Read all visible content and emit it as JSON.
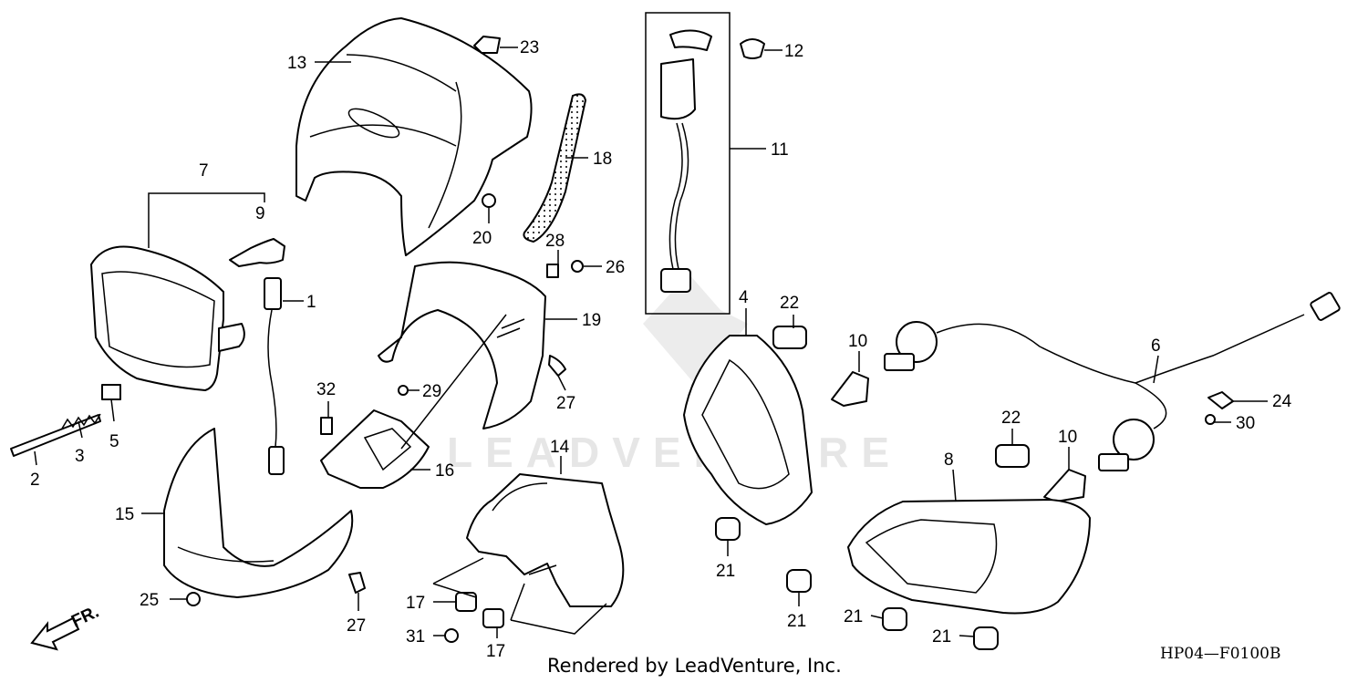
{
  "diagram": {
    "watermark_text": "LEADVENTURE",
    "credit": "Rendered by LeadVenture, Inc.",
    "diagram_code": "HP04—F0100B",
    "direction_label": "FR.",
    "callouts": [
      {
        "id": "c13",
        "label": "13"
      },
      {
        "id": "c23",
        "label": "23"
      },
      {
        "id": "c12",
        "label": "12"
      },
      {
        "id": "c18",
        "label": "18"
      },
      {
        "id": "c11",
        "label": "11"
      },
      {
        "id": "c7",
        "label": "7"
      },
      {
        "id": "c9",
        "label": "9"
      },
      {
        "id": "c20",
        "label": "20"
      },
      {
        "id": "c28",
        "label": "28"
      },
      {
        "id": "c26",
        "label": "26"
      },
      {
        "id": "c1",
        "label": "1"
      },
      {
        "id": "c19",
        "label": "19"
      },
      {
        "id": "c4",
        "label": "4"
      },
      {
        "id": "c22a",
        "label": "22"
      },
      {
        "id": "c10a",
        "label": "10"
      },
      {
        "id": "c6",
        "label": "6"
      },
      {
        "id": "c32",
        "label": "32"
      },
      {
        "id": "c29",
        "label": "29"
      },
      {
        "id": "c27a",
        "label": "27"
      },
      {
        "id": "c24",
        "label": "24"
      },
      {
        "id": "c30",
        "label": "30"
      },
      {
        "id": "c22b",
        "label": "22"
      },
      {
        "id": "c10b",
        "label": "10"
      },
      {
        "id": "c5",
        "label": "5"
      },
      {
        "id": "c3",
        "label": "3"
      },
      {
        "id": "c2",
        "label": "2"
      },
      {
        "id": "c14",
        "label": "14"
      },
      {
        "id": "c16",
        "label": "16"
      },
      {
        "id": "c8",
        "label": "8"
      },
      {
        "id": "c15",
        "label": "15"
      },
      {
        "id": "c21a",
        "label": "21"
      },
      {
        "id": "c21b",
        "label": "21"
      },
      {
        "id": "c21c",
        "label": "21"
      },
      {
        "id": "c21d",
        "label": "21"
      },
      {
        "id": "c25",
        "label": "25"
      },
      {
        "id": "c27b",
        "label": "27"
      },
      {
        "id": "c17a",
        "label": "17"
      },
      {
        "id": "c31",
        "label": "31"
      },
      {
        "id": "c17b",
        "label": "17"
      }
    ]
  }
}
